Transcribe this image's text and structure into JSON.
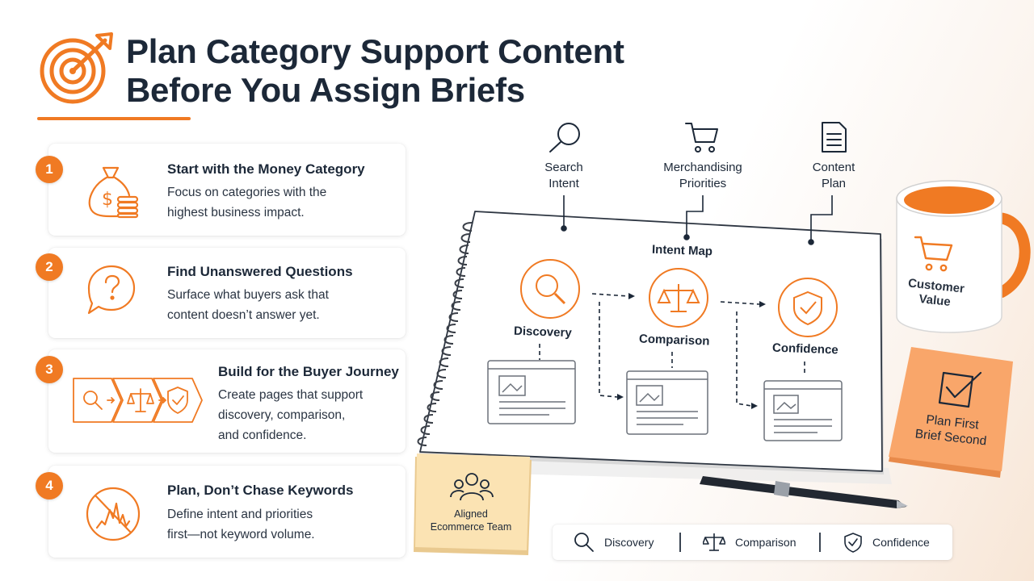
{
  "title": {
    "line1": "Plan Category Support Content",
    "line2": "Before You Assign Briefs"
  },
  "colors": {
    "accent": "#f07a23",
    "text": "#1c2838",
    "sticky": "#f9a66a"
  },
  "steps": [
    {
      "number": "1",
      "icon": "money-bag-icon",
      "title": "Start with the Money Category",
      "desc": [
        "Focus on categories with the",
        "highest business impact."
      ]
    },
    {
      "number": "2",
      "icon": "question-bubble-icon",
      "title": "Find Unanswered Questions",
      "desc": [
        "Surface what buyers ask that",
        "content doesn’t answer yet."
      ]
    },
    {
      "number": "3",
      "icon": "journey-arrows-icon",
      "title": "Build for the Buyer Journey",
      "desc": [
        "Create pages that support",
        "discovery, comparison,",
        "and confidence."
      ]
    },
    {
      "number": "4",
      "icon": "no-keyword-chase-icon",
      "title": "Plan, Don’t Chase Keywords",
      "desc": [
        "Define intent and priorities",
        "first—not keyword volume."
      ]
    }
  ],
  "inputs": [
    {
      "icon": "search-icon",
      "lines": [
        "Search",
        "Intent"
      ]
    },
    {
      "icon": "cart-icon",
      "lines": [
        "Merchandising",
        "Priorities"
      ]
    },
    {
      "icon": "document-icon",
      "lines": [
        "Content",
        "Plan"
      ]
    }
  ],
  "notebook": {
    "heading": "Intent Map",
    "nodes": [
      {
        "icon": "search-icon",
        "label": "Discovery"
      },
      {
        "icon": "scale-icon",
        "label": "Comparison"
      },
      {
        "icon": "shield-check-icon",
        "label": "Confidence"
      }
    ]
  },
  "mug": {
    "icon": "cart-icon",
    "lines": [
      "Customer",
      "Value"
    ]
  },
  "sticky_note": {
    "icon": "checkbox-icon",
    "lines": [
      "Plan First",
      "Brief Second"
    ]
  },
  "team_note": {
    "icon": "team-icon",
    "lines": [
      "Aligned",
      "Ecommerce Team"
    ]
  },
  "legend": [
    {
      "icon": "search-icon",
      "label": "Discovery"
    },
    {
      "icon": "scale-icon",
      "label": "Comparison"
    },
    {
      "icon": "shield-check-icon",
      "label": "Confidence"
    }
  ]
}
